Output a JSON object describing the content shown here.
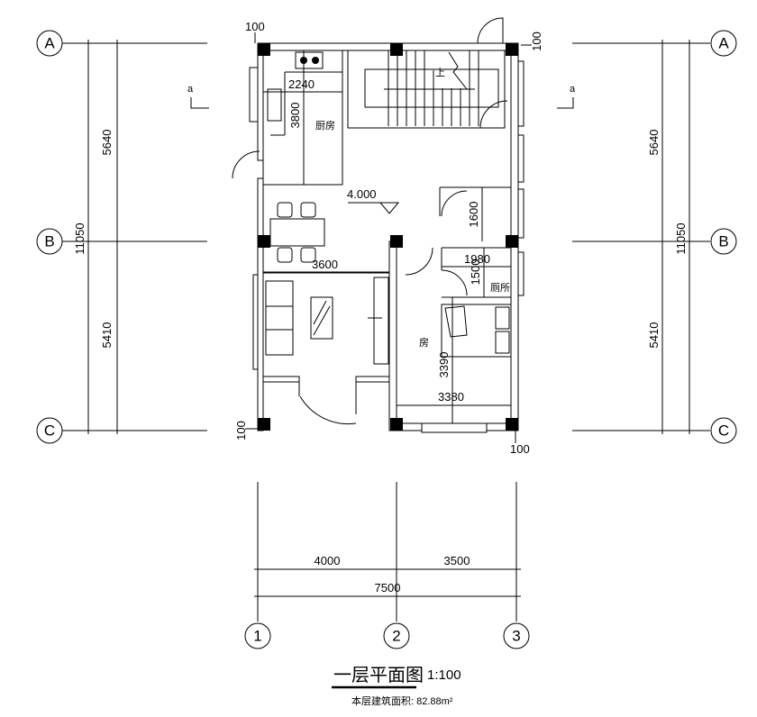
{
  "drawing": {
    "title": "一层平面图",
    "scale": "1:100",
    "area_label": "本层建筑面积: 82.88m²",
    "grid_rows": [
      "A",
      "B",
      "C"
    ],
    "grid_cols": [
      "1",
      "2",
      "3"
    ],
    "vertical_dims": {
      "top": "5640",
      "bottom": "5410",
      "total": "11050"
    },
    "horizontal_dims": {
      "left": "4000",
      "right": "3500",
      "total": "7500"
    },
    "wall_offsets": [
      "100",
      "100",
      "100",
      "100"
    ],
    "section_marks": [
      "a",
      "a"
    ],
    "rooms": {
      "kitchen": {
        "name": "厨房",
        "width": "2240",
        "depth": "3800"
      },
      "stair": {
        "up_label": "上"
      },
      "elevation": "4.000",
      "hall_dim": "1600",
      "living_dim": "3600",
      "toilet": {
        "name": "厕所",
        "width": "1980",
        "depth": "1500"
      },
      "bedroom": {
        "name": "房",
        "depth": "3390",
        "width": "3380"
      }
    }
  }
}
